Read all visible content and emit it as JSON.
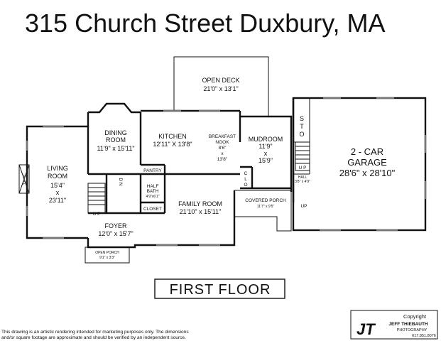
{
  "title": "315  Church Street  Duxbury, MA",
  "floor_label": "FIRST  FLOOR",
  "rooms": {
    "open_deck": {
      "name": "OPEN  DECK",
      "dims": "21'0\" x 13'1\""
    },
    "dining": {
      "name1": "DINING",
      "name2": "ROOM",
      "dims": "11'9\" x 15'11\""
    },
    "kitchen": {
      "name": "KITCHEN",
      "dims": "12'11\" X 13'8\""
    },
    "breakfast": {
      "name1": "BREAKFAST",
      "name2": "NOOK",
      "d1": "8'6\"",
      "d2": "x",
      "d3": "13'8\""
    },
    "mudroom": {
      "name": "MUDROOM",
      "d1": "11'9\"",
      "d2": "x",
      "d3": "15'9\""
    },
    "living": {
      "name1": "LIVING",
      "name2": "ROOM",
      "d1": "15'4\"",
      "d2": "x",
      "d3": "23'11\""
    },
    "pantry": {
      "name": "PANTRY"
    },
    "half_bath": {
      "name1": "HALF",
      "name2": "BATH",
      "dims": "4'9\"x6'1\""
    },
    "closet": {
      "name": "CLOSET"
    },
    "family": {
      "name": "FAMILY ROOM",
      "dims": "21'10\" x 15'11\""
    },
    "foyer": {
      "name": "FOYER",
      "dims": "12'0\" x 15'7\""
    },
    "open_porch": {
      "name": "OPEN PORCH",
      "dims": "9'1\" x 3'3\""
    },
    "covered_porch": {
      "name": "COVERED PORCH",
      "dims": "11'7\" x 9'5\""
    },
    "hall": {
      "name": "HALL",
      "dims": "3'8\" x 4'9\""
    },
    "garage": {
      "name": "2 - CAR",
      "name2": "GARAGE",
      "dims": "28'6\" x 28'10\""
    },
    "storage": {
      "l1": "S",
      "l2": "T",
      "l3": "O"
    },
    "clo": {
      "l1": "C",
      "l2": "L",
      "l3": "O"
    },
    "fireplace": {
      "l1": "F",
      "l2": "P"
    }
  },
  "stair_labels": {
    "up_living": "U P",
    "dn": "D N",
    "up_garage": "U P",
    "up_porch": "UP"
  },
  "copyright": {
    "word": "Copyright",
    "brand": "JEFF THIEBAUTH",
    "sub": "PHOTOGRAPHY",
    "phone": "617.851.8076",
    "logo_letters": "JT"
  },
  "disclaimer": {
    "line1": "This drawing is an artistic rendering intended for marketing purposes only.  The dimensions",
    "line2": "and/or square footage are approximate and should be verified by an independent source."
  }
}
